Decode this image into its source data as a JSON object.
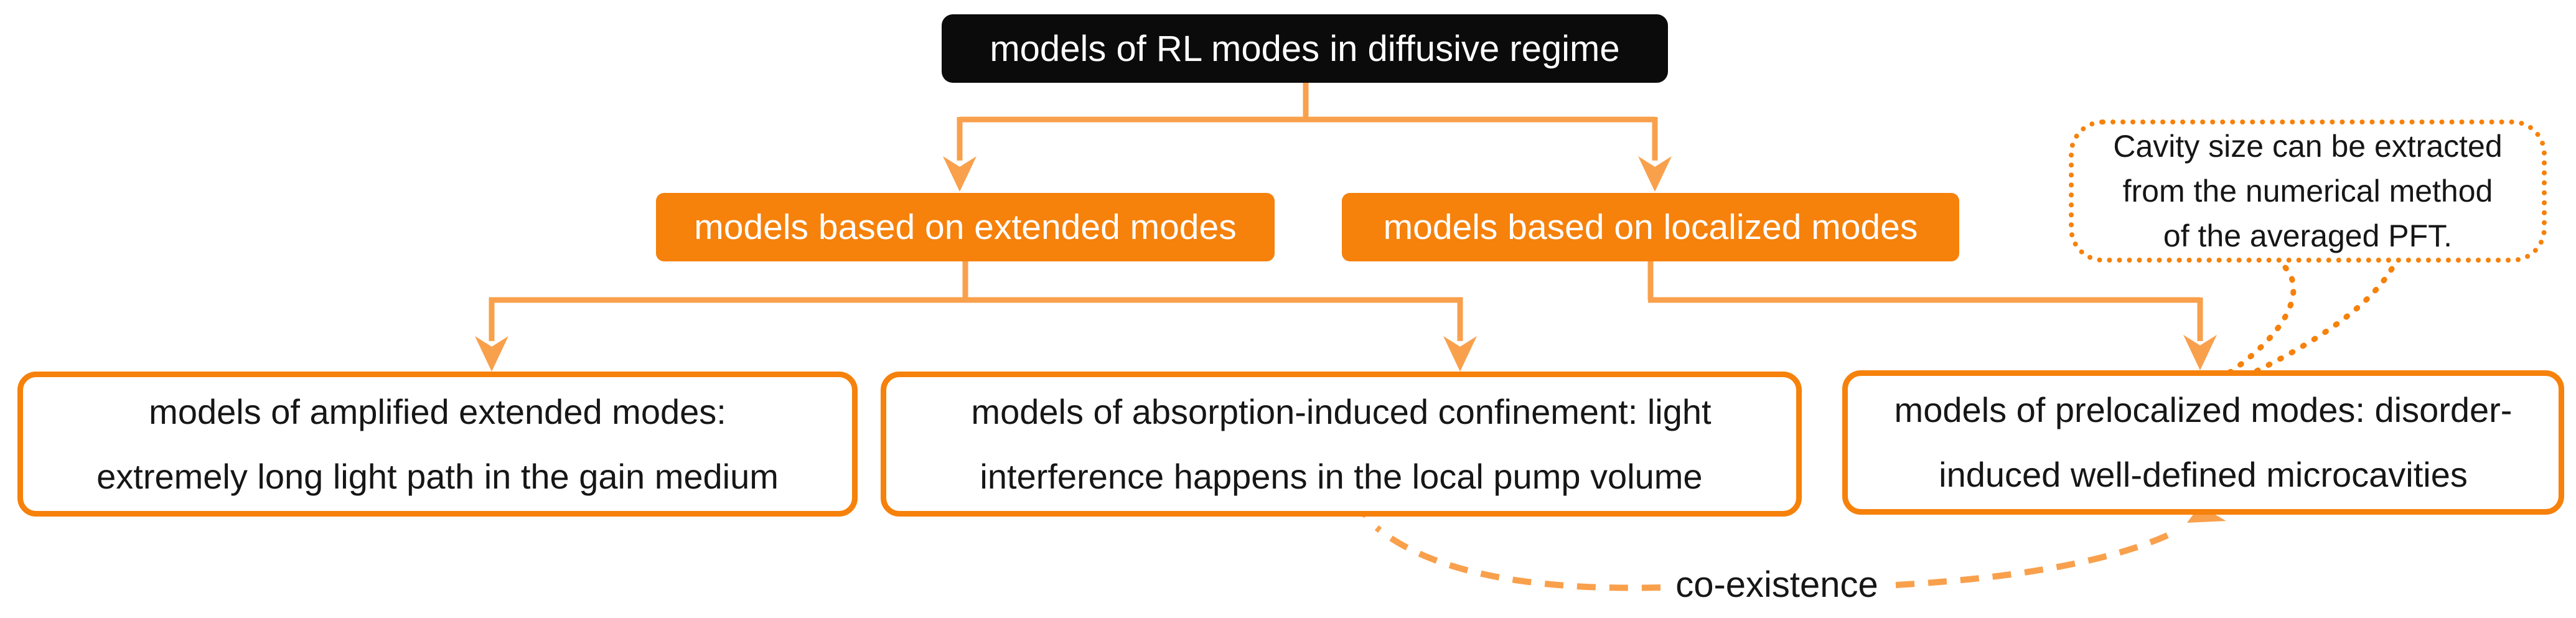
{
  "palette": {
    "accent_orange": "#F6810B",
    "connector_orange": "#F9A04C",
    "root_bg": "#0B0B0B",
    "node_text_white": "#FFFFFF",
    "text_dark": "#161616",
    "leaf_bg": "#FFFFFF"
  },
  "root": {
    "label": "models of RL modes in diffusive regime"
  },
  "branches": [
    {
      "id": "extended",
      "label": "models based on extended modes"
    },
    {
      "id": "localized",
      "label": "models based on localized modes"
    }
  ],
  "leaves": [
    {
      "id": "amplified-extended",
      "lines": [
        "models of amplified extended modes:",
        "extremely long light path in the gain medium"
      ]
    },
    {
      "id": "absorption-induced-confinement",
      "lines": [
        "models of absorption-induced confinement: light",
        "interference happens in the local pump volume"
      ]
    },
    {
      "id": "prelocalized-modes",
      "lines": [
        "models of prelocalized modes: disorder-",
        "induced well-defined microcavities"
      ]
    }
  ],
  "callout": {
    "lines": [
      "Cavity size can be extracted",
      "from the numerical method",
      "of the averaged PFT."
    ]
  },
  "relation": {
    "label": "co-existence"
  }
}
